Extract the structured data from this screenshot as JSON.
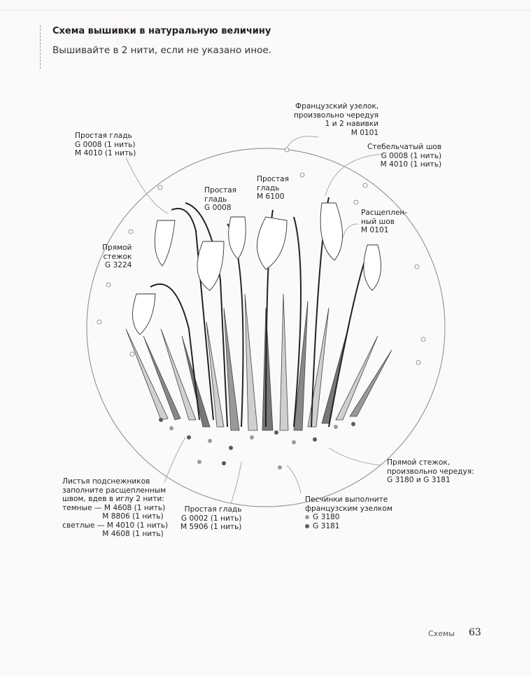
{
  "header": {
    "title": "Схема вышивки в натуральную величину",
    "subtitle": "Вышивайте в 2 нити, если не указано иное."
  },
  "labels": {
    "french_knot": "Французский узелок,\nпроизвольно чередуя\n1 и 2 навивки\nМ 0101",
    "satin_left": "Простая гладь\nG 0008 (1 нить)\nМ 4010 (1 нить)",
    "stem_stitch": "Стебельчатый шов\nG 0008 (1 нить)\nМ 4010 (1 нить)",
    "satin_g0008": "Простая\nгладь\nG 0008",
    "satin_m6100": "Простая\nгладь\nМ 6100",
    "split_stitch": "Расщеплен-\nный шов\nМ 0101",
    "straight_g3224": "Прямой\nстежок\nG 3224",
    "straight_right": "Прямой стежок,\nпроизвольно чередуя:\nG 3180 и G 3181",
    "leaves": "Листья подснежников\nзаполните расщепленным\nшвом, вдев в иглу 2 нити:\nтемные — М 4608 (1 нить)\n                 М 8806 (1 нить)\nсветлые — М 4010 (1 нить)\n                 М 4608 (1 нить)",
    "satin_bottom": "Простая гладь\nG 0002 (1 нить)\nМ 5906 (1 нить)",
    "sand": "Песчинки выполните\nфранцузским узелком",
    "sand_legend": [
      {
        "code": "G 3180",
        "color": "#9b9b9b"
      },
      {
        "code": "G 3181",
        "color": "#5a5a5a"
      }
    ]
  },
  "footer": {
    "section": "Схемы",
    "page": "63"
  }
}
